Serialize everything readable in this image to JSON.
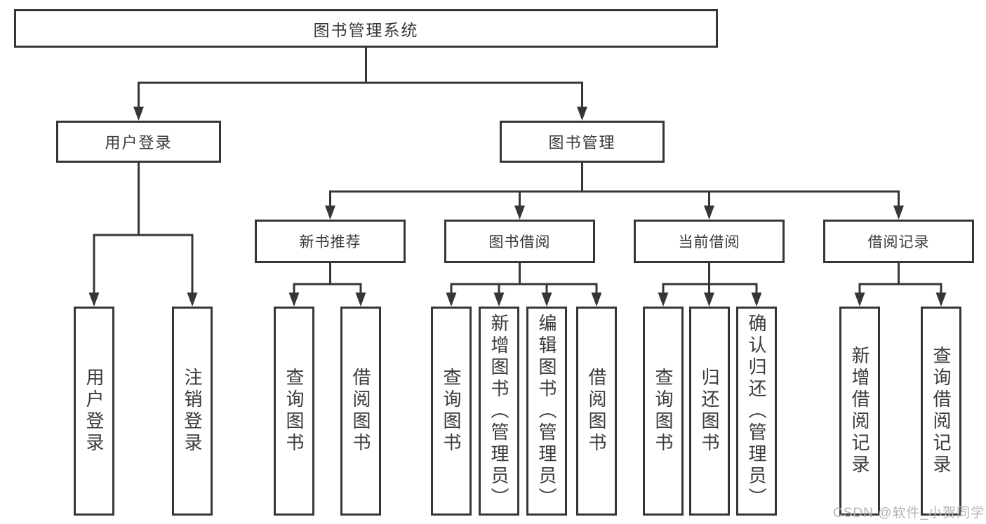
{
  "diagram": {
    "root": {
      "label": "图书管理系统"
    },
    "level1": [
      {
        "label": "用户登录"
      },
      {
        "label": "图书管理"
      }
    ],
    "level2": [
      {
        "label": "新书推荐"
      },
      {
        "label": "图书借阅"
      },
      {
        "label": "当前借阅"
      },
      {
        "label": "借阅记录"
      }
    ],
    "leaves": {
      "user_login": [
        {
          "label": "用户登录"
        },
        {
          "label": "注销登录"
        }
      ],
      "new_book": [
        {
          "label": "查询图书"
        },
        {
          "label": "借阅图书"
        }
      ],
      "book_borrow": [
        {
          "label": "查询图书"
        },
        {
          "label": "新增图书（管理员）"
        },
        {
          "label": "编辑图书（管理员）"
        },
        {
          "label": "借阅图书"
        }
      ],
      "current_borrow": [
        {
          "label": "查询图书"
        },
        {
          "label": "归还图书"
        },
        {
          "label": "确认归还（管理员）"
        }
      ],
      "borrow_records": [
        {
          "label": "新增借阅记录"
        },
        {
          "label": "查询借阅记录"
        }
      ]
    },
    "line_color": "#363636"
  },
  "watermark": {
    "text": "CSDN @软件_小贺同学"
  }
}
